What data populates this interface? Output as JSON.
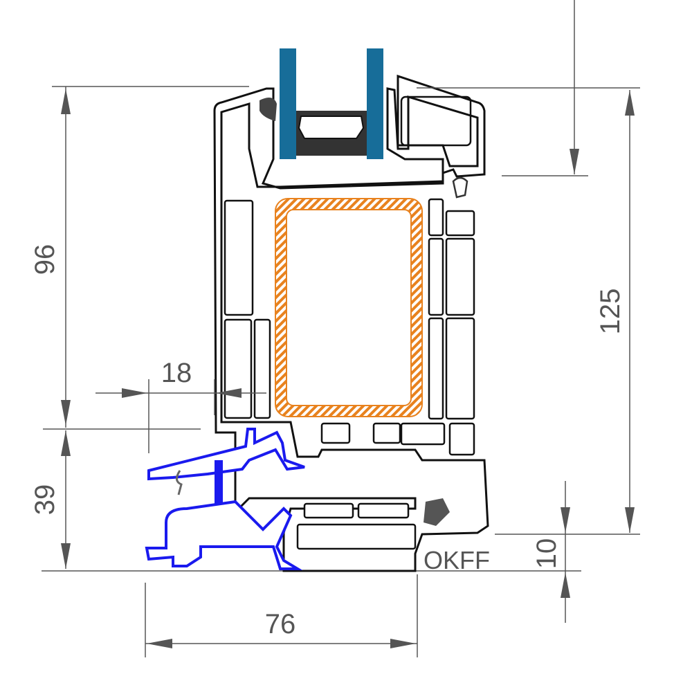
{
  "dimensions": {
    "sash_height": "96",
    "overlap": "18",
    "sill_height": "39",
    "frame_depth": "76",
    "total_height": "125",
    "floor_offset": "10"
  },
  "floor_label": "OKFF",
  "colors": {
    "glass": "#176d99",
    "reinforcement": "#e8821e",
    "threshold": "#1a1aee",
    "dimension_lines": "#555555"
  }
}
